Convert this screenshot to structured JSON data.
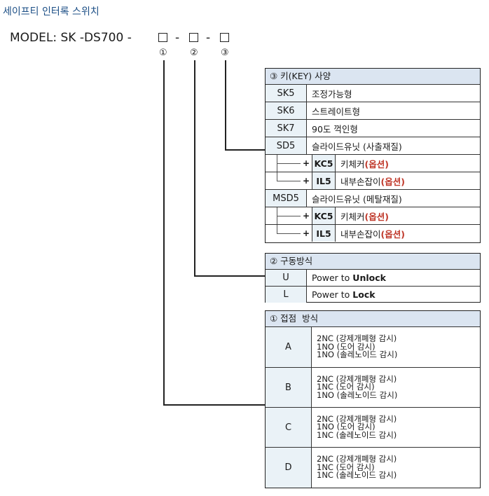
{
  "title": "세이프티 인터록 스위치",
  "model": {
    "prefix": "MODEL: SK -DS700 -",
    "dash1": "-",
    "dash2": "-",
    "markers": [
      "①",
      "②",
      "③"
    ]
  },
  "key_table": {
    "header": "③ 키(KEY) 사양",
    "rows": [
      {
        "code": "SK5",
        "desc": "조정가능형"
      },
      {
        "code": "SK6",
        "desc": "스트레이트형"
      },
      {
        "code": "SK7",
        "desc": "90도 꺽인형"
      },
      {
        "code": "SD5",
        "desc": "슬라이드유닛 (사출재질)"
      },
      {
        "code": "KC5",
        "desc": "키체커",
        "option": "(옵션)"
      },
      {
        "code": "IL5",
        "desc": "내부손잡이",
        "option": "(옵션)"
      },
      {
        "code": "MSD5",
        "desc": "슬라이드유닛 (메탈재질)"
      },
      {
        "code": "KC5",
        "desc": "키체커",
        "option": "(옵션)"
      },
      {
        "code": "IL5",
        "desc": "내부손잡이",
        "option": "(옵션)"
      }
    ],
    "plus": "+"
  },
  "drive_table": {
    "header": "② 구동방식",
    "rows": [
      {
        "code": "U",
        "desc_pre": "Power to ",
        "desc_bold": "Unlock"
      },
      {
        "code": "L",
        "desc_pre": "Power to ",
        "desc_bold": "Lock"
      }
    ]
  },
  "contact_table": {
    "header": "① 접점  방식",
    "rows": [
      {
        "code": "A",
        "lines": [
          "2NC (강제개폐형 감시)",
          "1NO (도어 감시)",
          "1NO (솔레노이드 감시)"
        ]
      },
      {
        "code": "B",
        "lines": [
          "2NC (강제개폐형 감시)",
          "1NC (도어 감시)",
          "1NO (솔레노이드 감시)"
        ]
      },
      {
        "code": "C",
        "lines": [
          "2NC (강제개폐형 감시)",
          "1NO (도어 감시)",
          "1NC (솔레노이드 감시)"
        ]
      },
      {
        "code": "D",
        "lines": [
          "2NC (강제개폐형 감시)",
          "1NC (도어 감시)",
          "1NC (솔레노이드 감시)"
        ]
      }
    ]
  }
}
